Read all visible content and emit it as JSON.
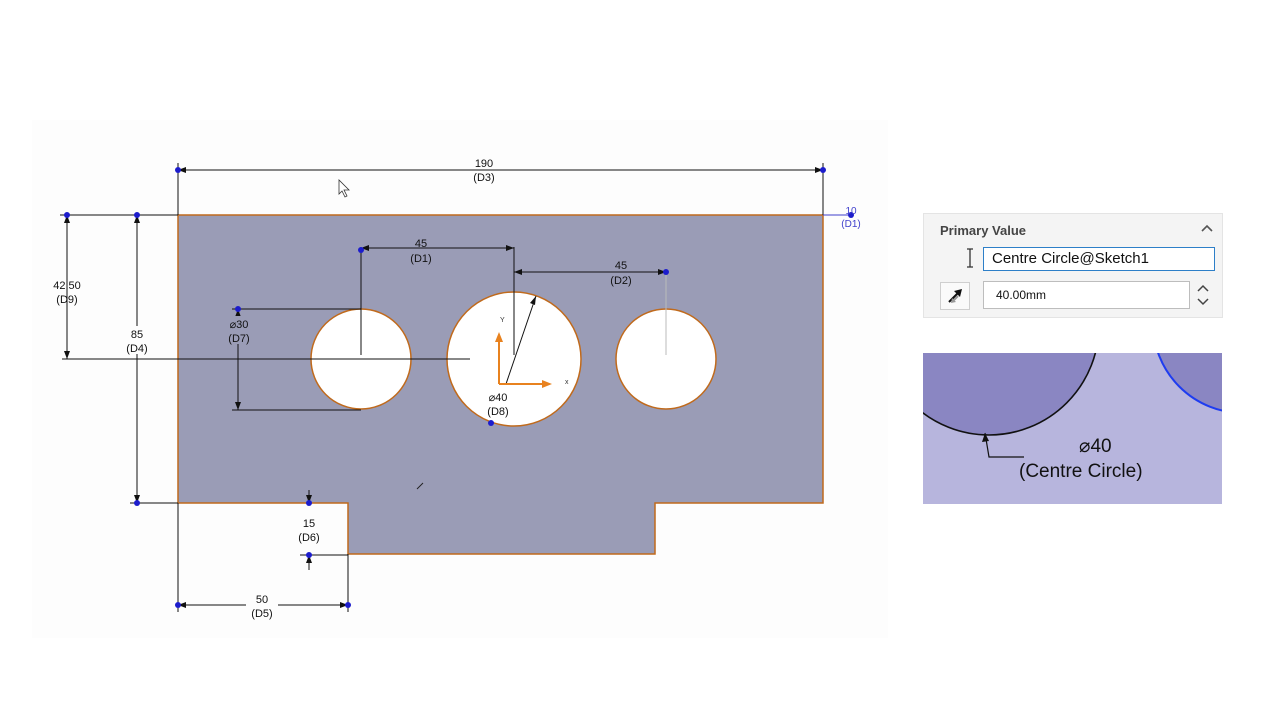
{
  "sketch": {
    "dimensions": {
      "d3": {
        "value": "190",
        "name": "(D3)"
      },
      "d1": {
        "value": "45",
        "name": "(D1)"
      },
      "d2": {
        "value": "45",
        "name": "(D2)"
      },
      "d9": {
        "value": "42.50",
        "name": "(D9)"
      },
      "d4": {
        "value": "85",
        "name": "(D4)"
      },
      "d7": {
        "value": "⌀30",
        "name": "(D7)"
      },
      "d8": {
        "value": "⌀40",
        "name": "(D8)"
      },
      "d6": {
        "value": "15",
        "name": "(D6)"
      },
      "d5": {
        "value": "50",
        "name": "(D5)"
      },
      "ghost": {
        "value": "10",
        "name": "(D1)"
      }
    },
    "axis_labels": {
      "x": "x",
      "y": "Y"
    },
    "colors": {
      "plate_fill": "#9a9cb6",
      "plate_edge": "#c06a1c",
      "dim_line": "#111111",
      "dim_point": "#1c1ccc",
      "axis_arrow": "#e8821f"
    }
  },
  "property_panel": {
    "title": "Primary Value",
    "name_value": "Centre Circle@Sketch1",
    "dimension_value": "40.00mm",
    "icons": [
      "collapse-chevron-icon",
      "text-cursor-icon",
      "dimension-arrow-icon",
      "spinner-icon"
    ]
  },
  "zoom_inset": {
    "diameter": "⌀40",
    "label": "(Centre Circle)",
    "colors": {
      "background": "#b7b5dd",
      "circle_fill": "#8a86c2",
      "highlight": "#1e3cf0"
    }
  }
}
